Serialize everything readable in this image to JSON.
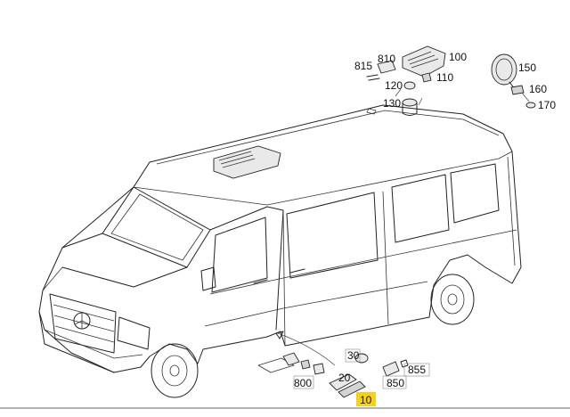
{
  "labels": {
    "p815": "815",
    "p810": "810",
    "p100": "100",
    "p110": "110",
    "p120": "120",
    "p130": "130",
    "p150": "150",
    "p160": "160",
    "p170": "170",
    "p30": "30",
    "p20": "20",
    "p855": "855",
    "p850": "850",
    "p800": "800",
    "p10": "10"
  },
  "colors": {
    "highlight": "#f5d219",
    "line": "#222222"
  }
}
